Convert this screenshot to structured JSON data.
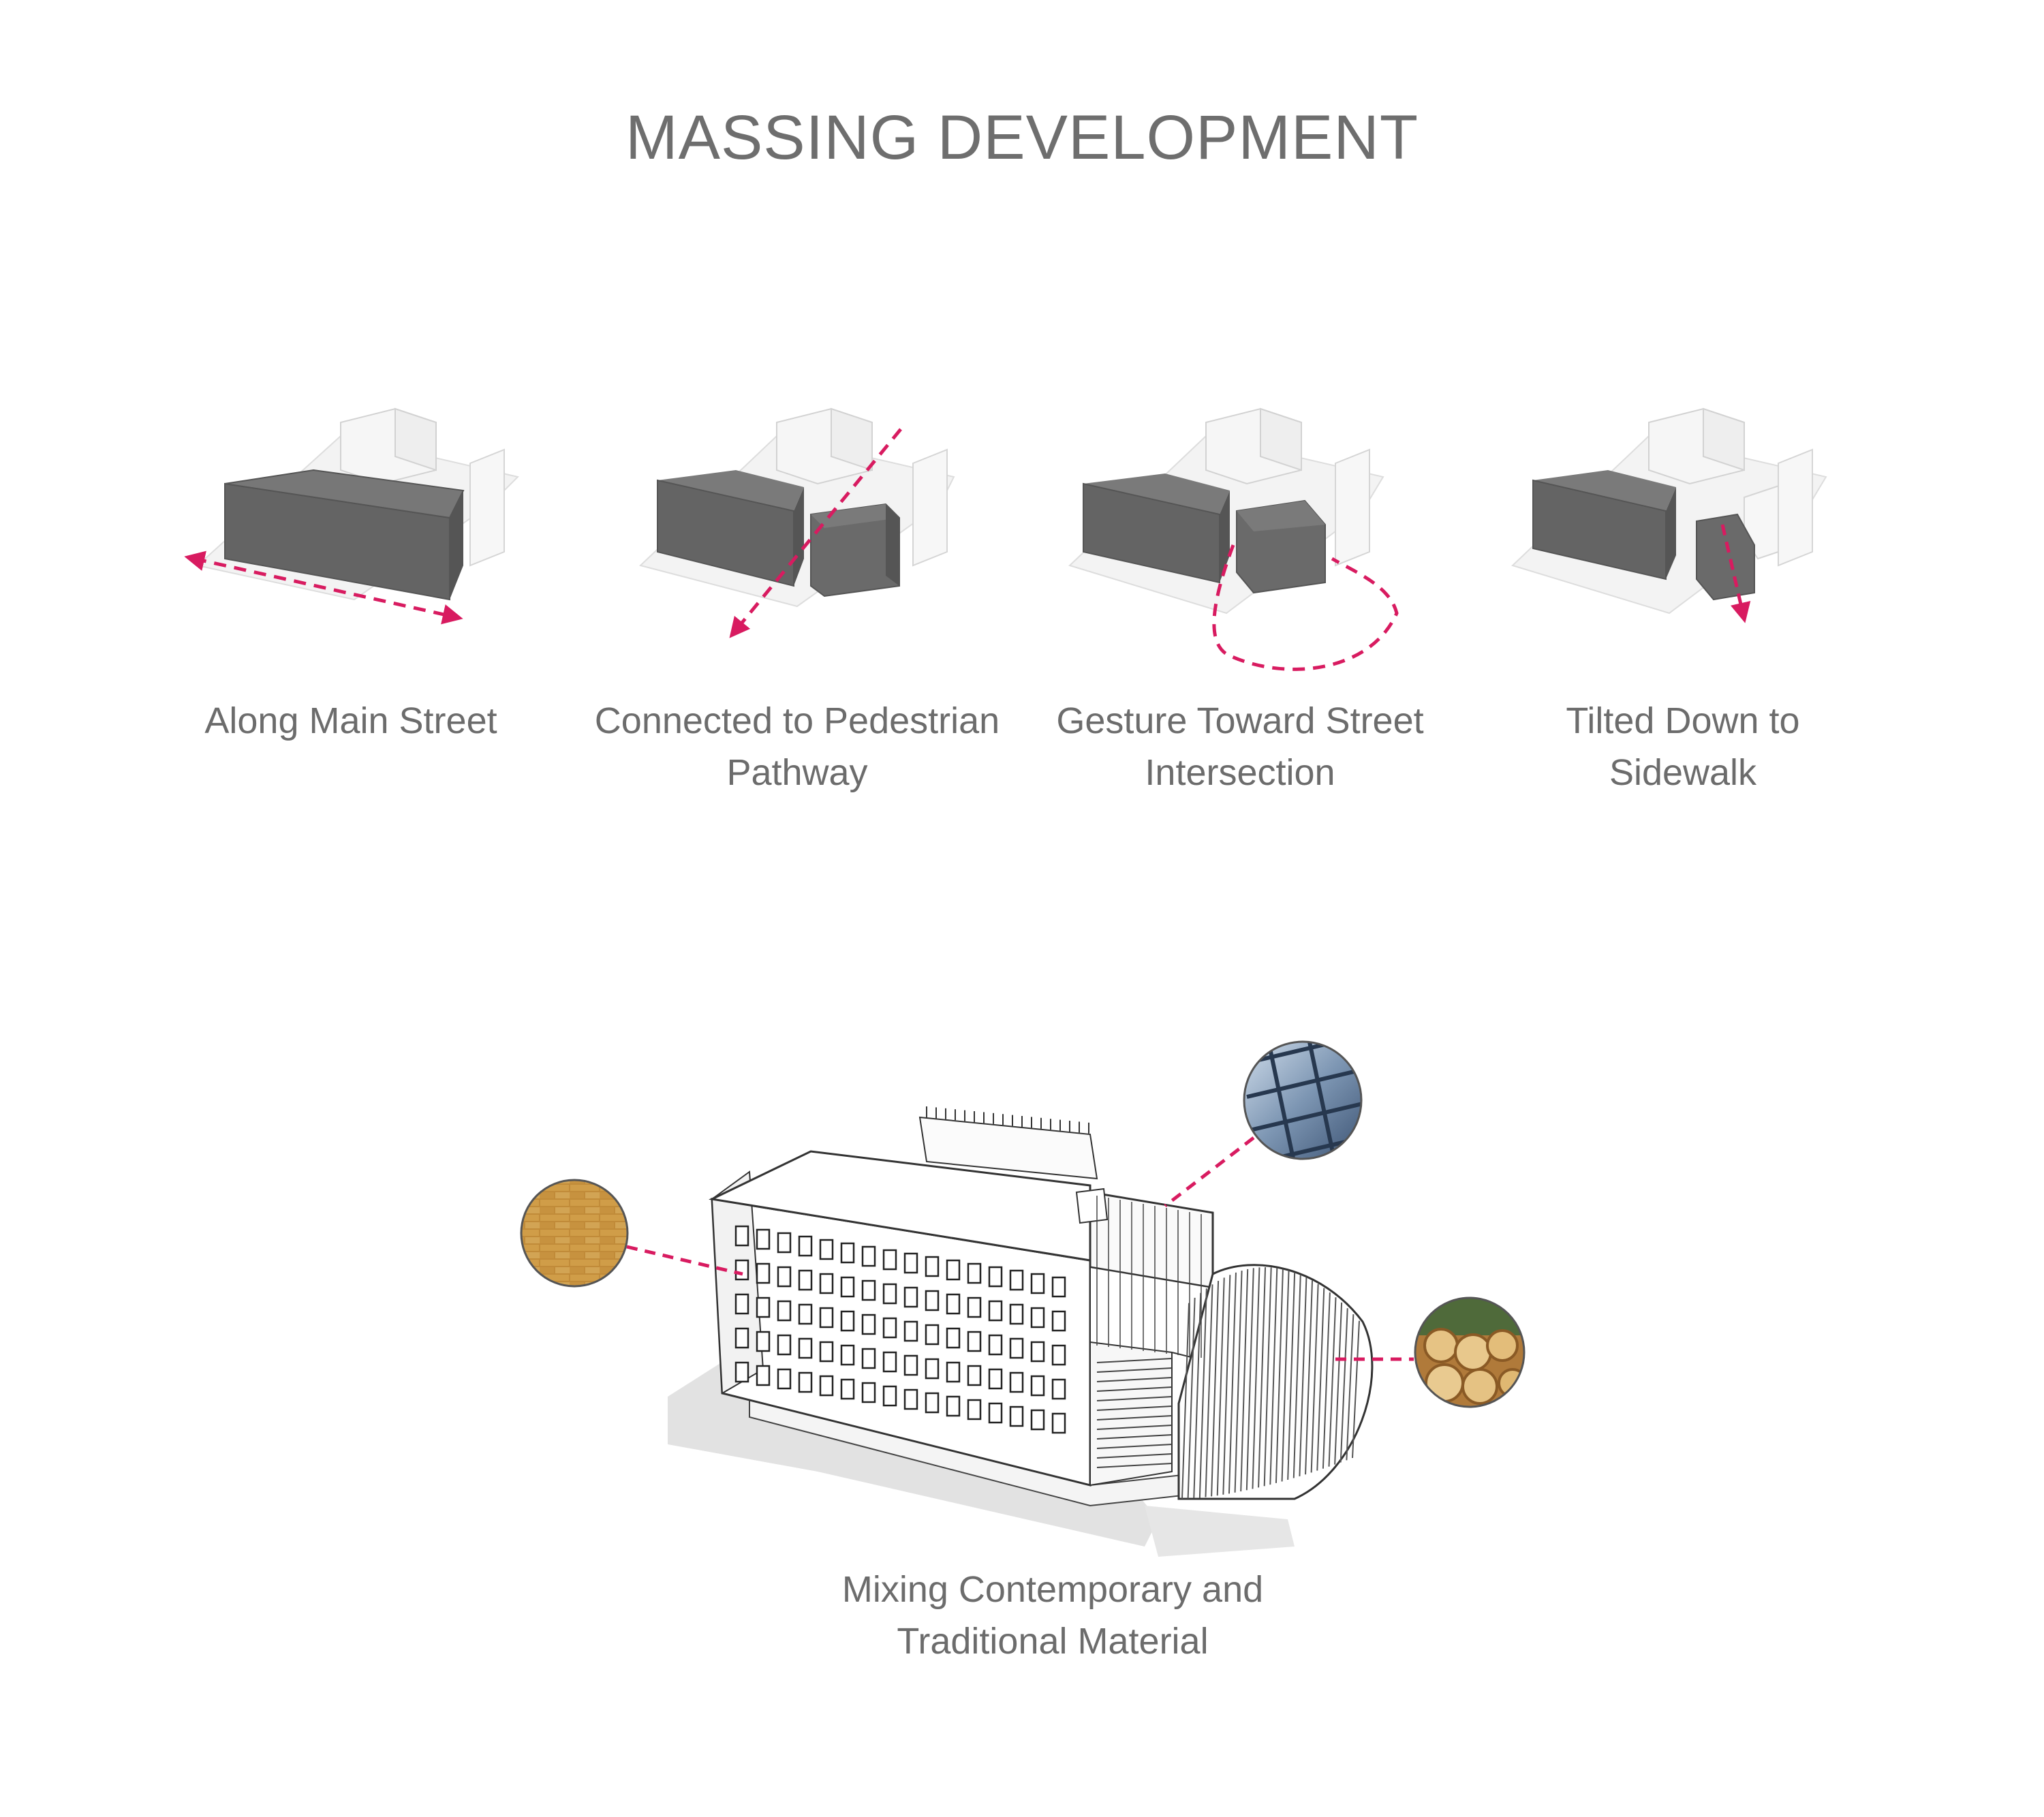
{
  "title": "MASSING DEVELOPMENT",
  "diagrams": [
    {
      "caption_lines": [
        "Along Main Street"
      ]
    },
    {
      "caption_lines": [
        "Connected to Pedestrian",
        "Pathway"
      ]
    },
    {
      "caption_lines": [
        "Gesture Toward Street",
        "Intersection"
      ]
    },
    {
      "caption_lines": [
        "Tilted Down to",
        "Sidewalk"
      ]
    }
  ],
  "bottom": {
    "caption_lines": [
      "Mixing Contemporary and",
      "Traditional Material"
    ],
    "materials": [
      "brick-texture",
      "glass-curtain-wall",
      "timber-logs"
    ]
  },
  "colors": {
    "mass": "#666666",
    "mass_side": "#555555",
    "context": "#f2f2f2",
    "arrow": "#d81b60",
    "text": "#6c6c6c"
  }
}
